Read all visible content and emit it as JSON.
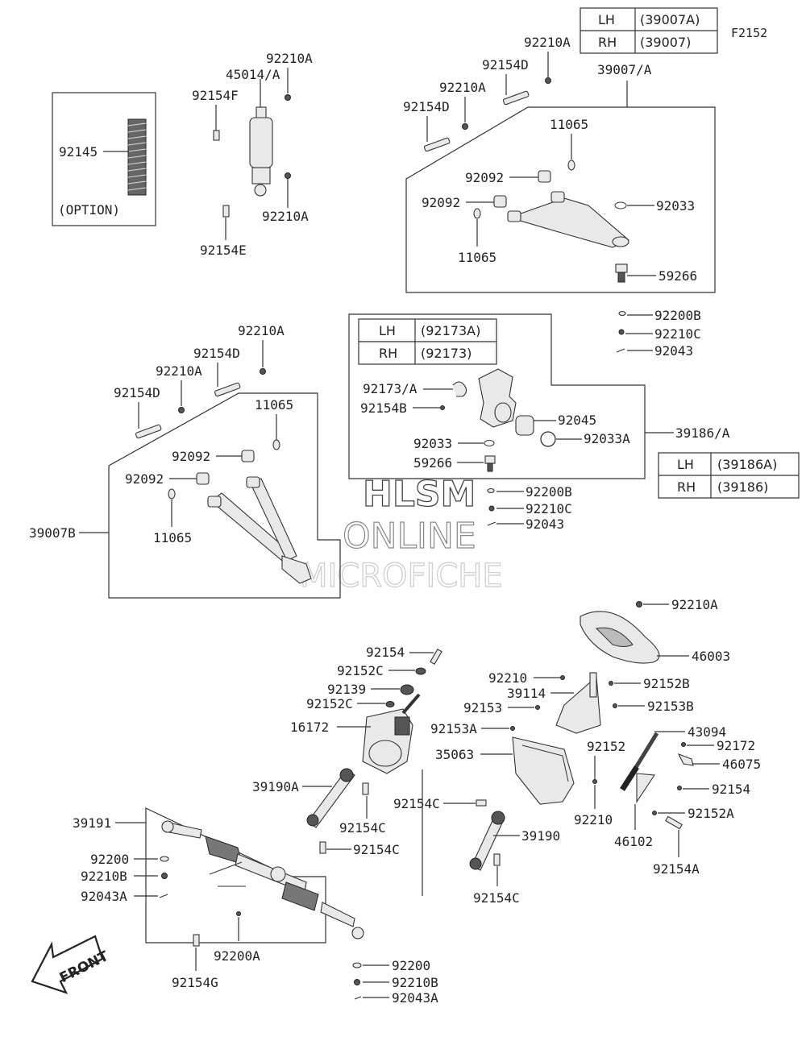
{
  "figure_code": "F2152",
  "watermark": [
    "HLSM",
    "ONLINE",
    "MICROFICHE"
  ],
  "front_label": "FRONT",
  "option_label": "(OPTION)",
  "tables": {
    "arm_upper": {
      "rows": [
        {
          "side": "LH",
          "part": "(39007A)"
        },
        {
          "side": "RH",
          "part": "(39007)"
        }
      ]
    },
    "knuckle_bracket": {
      "rows": [
        {
          "side": "LH",
          "part": "(92173A)"
        },
        {
          "side": "RH",
          "part": "(92173)"
        }
      ]
    },
    "knuckle": {
      "rows": [
        {
          "side": "LH",
          "part": "(39186A)"
        },
        {
          "side": "RH",
          "part": "(39186)"
        }
      ]
    }
  },
  "labels": {
    "l_92145": "92145",
    "l_92210A_1": "92210A",
    "l_45014A": "45014/A",
    "l_92154F": "92154F",
    "l_92210A_2": "92210A",
    "l_92154E": "92154E",
    "l_92210A_3": "92210A",
    "l_92154D_1": "92154D",
    "l_92210A_4": "92210A",
    "l_92154D_2": "92154D",
    "l_39007A": "39007/A",
    "l_11065_1": "11065",
    "l_92092_1": "92092",
    "l_92092_2": "92092",
    "l_92033_1": "92033",
    "l_11065_2": "11065",
    "l_59266_1": "59266",
    "l_92200B_1": "92200B",
    "l_92210C_1": "92210C",
    "l_92043_1": "92043",
    "l_92210A_5": "92210A",
    "l_92154D_3": "92154D",
    "l_92210A_6": "92210A",
    "l_92154D_4": "92154D",
    "l_11065_3": "11065",
    "l_92092_3": "92092",
    "l_92092_4": "92092",
    "l_11065_4": "11065",
    "l_39007B": "39007B",
    "l_92173A": "92173/A",
    "l_92154B": "92154B",
    "l_92045": "92045",
    "l_92033_2": "92033",
    "l_92033A": "92033A",
    "l_59266_2": "59266",
    "l_39186A": "39186/A",
    "l_92200B_2": "92200B",
    "l_92210C_2": "92210C",
    "l_92043_2": "92043",
    "l_92210A_7": "92210A",
    "l_46003": "46003",
    "l_92154_1": "92154",
    "l_92152C_1": "92152C",
    "l_92139": "92139",
    "l_92152C_2": "92152C",
    "l_16172": "16172",
    "l_92210_1": "92210",
    "l_39114": "39114",
    "l_92153": "92153",
    "l_92152B": "92152B",
    "l_92153B": "92153B",
    "l_92153A": "92153A",
    "l_35063": "35063",
    "l_43094": "43094",
    "l_92172": "92172",
    "l_92152_1": "92152",
    "l_46075": "46075",
    "l_39190A": "39190A",
    "l_92154C_1": "92154C",
    "l_92154_2": "92154",
    "l_92210_2": "92210",
    "l_92152A": "92152A",
    "l_46102": "46102",
    "l_92154A": "92154A",
    "l_39191": "39191",
    "l_92200_1": "92200",
    "l_92210B_1": "92210B",
    "l_92043A_1": "92043A",
    "l_92154C_2": "92154C",
    "l_92154C_3": "92154C",
    "l_39190": "39190",
    "l_92154C_4": "92154C",
    "l_92200A": "92200A",
    "l_92154G": "92154G",
    "l_92200_2": "92200",
    "l_92210B_2": "92210B",
    "l_92043A_2": "92043A"
  }
}
